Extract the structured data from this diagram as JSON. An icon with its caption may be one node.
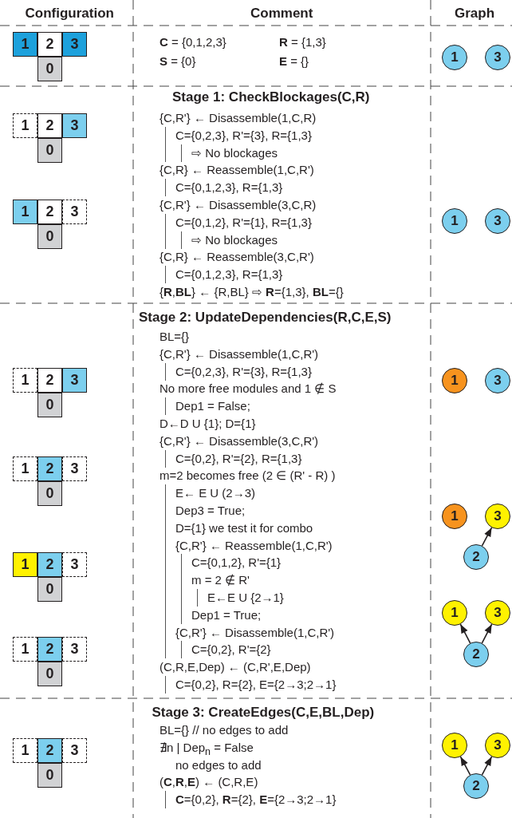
{
  "diagram": {
    "nodes": [
      {
        "text": [
          "1"
        ]
      },
      {
        "text": [
          "2"
        ]
      },
      {
        "text": [
          "3"
        ]
      },
      {
        "text": [
          "0"
        ]
      },
      {
        "text": [
          "1"
        ]
      },
      {
        "text": [
          "3"
        ]
      },
      {
        "text": [
          "1"
        ]
      },
      {
        "text": [
          "2"
        ]
      },
      {
        "text": [
          "3"
        ]
      },
      {
        "text": [
          "0"
        ]
      },
      {
        "text": [
          "1"
        ]
      },
      {
        "text": [
          "2"
        ]
      },
      {
        "text": [
          "3"
        ]
      },
      {
        "text": [
          "0"
        ]
      },
      {
        "text": [
          "1"
        ]
      },
      {
        "text": [
          "3"
        ]
      },
      {
        "text": [
          "1"
        ]
      },
      {
        "text": [
          "2"
        ]
      },
      {
        "text": [
          "3"
        ]
      },
      {
        "text": [
          "0"
        ]
      },
      {
        "text": [
          "1"
        ]
      },
      {
        "text": [
          "3"
        ]
      },
      {
        "text": [
          "1"
        ]
      },
      {
        "text": [
          "2"
        ]
      },
      {
        "text": [
          "3"
        ]
      },
      {
        "text": [
          "0"
        ]
      },
      {
        "text": [
          "1"
        ]
      },
      {
        "text": [
          "3"
        ]
      },
      {
        "text": [
          "2"
        ]
      },
      {
        "text": [
          "1"
        ]
      },
      {
        "text": [
          "2"
        ]
      },
      {
        "text": [
          "3"
        ]
      },
      {
        "text": [
          "0"
        ]
      },
      {
        "text": [
          "1"
        ]
      },
      {
        "text": [
          "3"
        ]
      },
      {
        "text": [
          "2"
        ]
      },
      {
        "text": [
          "1"
        ]
      },
      {
        "text": [
          "2"
        ]
      },
      {
        "text": [
          "3"
        ]
      },
      {
        "text": [
          "0"
        ]
      },
      {
        "text": [
          "1"
        ]
      },
      {
        "text": [
          "2"
        ]
      },
      {
        "text": [
          "3"
        ]
      },
      {
        "text": [
          "0"
        ]
      },
      {
        "text": [
          "1"
        ]
      },
      {
        "text": [
          "3"
        ]
      },
      {
        "text": [
          "2"
        ]
      }
    ],
    "edges": [
      {
        "from": 28,
        "to": 27,
        "arrow": "to"
      },
      {
        "from": 35,
        "to": 33,
        "arrow": "to"
      },
      {
        "from": 35,
        "to": 34,
        "arrow": "to"
      },
      {
        "from": 46,
        "to": 44,
        "arrow": "to"
      },
      {
        "from": 46,
        "to": 45,
        "arrow": "to"
      }
    ],
    "labels": [
      "Configuration",
      "Comment",
      "Graph",
      "**C** = {0,1,2,3}",
      "**R** = {1,3}",
      "**S** = {0}",
      "**E** = {}",
      "Stage 1: CheckBlockages(C,R)",
      "{C,R'} ← Disassemble(1,C,R)",
      "C={0,2,3}, R'={3}, R={1,3}",
      "⇨ No blockages",
      "{C,R} ← Reassemble(1,C,R')",
      "C={0,1,2,3}, R={1,3}",
      "{C,R'} ← Disassemble(3,C,R)",
      "C={0,1,2}, R'={1}, R={1,3}",
      "⇨ No blockages",
      "{C,R} ← Reassemble(3,C,R')",
      "C={0,1,2,3}, R={1,3}",
      "{**R**,**BL**} ← {R,BL} ⇨ **R**={1,3}, **BL**={}",
      "Stage 2: UpdateDependencies(R,C,E,S)",
      "BL={}",
      "{C,R'} ← Disassemble(1,C,R')",
      "C={0,2,3}, R'={3}, R={1,3}",
      "No more free modules and 1 ∉ S",
      "Dep1 = False;",
      "D←D U {1}; D={1}",
      "{C,R'} ← Disassemble(3,C,R')",
      "C={0,2}, R'={2}, R={1,3}",
      "m=2 becomes free (2 ∈ (R' - R) )",
      "E← E U (2→3)",
      "Dep3 = True;",
      "D={1} we test it for combo",
      "{C,R'} ← Reassemble(1,C,R')",
      "C={0,1,2}, R'={1}",
      "m = 2 ∉ R'",
      "E←E U {2→1}",
      "Dep1 = True;",
      "{C,R'} ← Disassemble(1,C,R')",
      "C={0,2}, R'={2}",
      "(C,R,E,Dep) ← (C,R',E,Dep)",
      "C={0,2}, R={2}, E={2→3;2→1}",
      "Stage 3: CreateEdges(C,E,BL,Dep)",
      "BL={} // no edges to add",
      "∄n | Dep$_{n}$ = False",
      "no edges to add",
      "(**C**,**R**,**E**) ← (C,R,E)",
      "**C**={0,2}, **R**={2}, **E**={2→3;2→1}"
    ]
  }
}
